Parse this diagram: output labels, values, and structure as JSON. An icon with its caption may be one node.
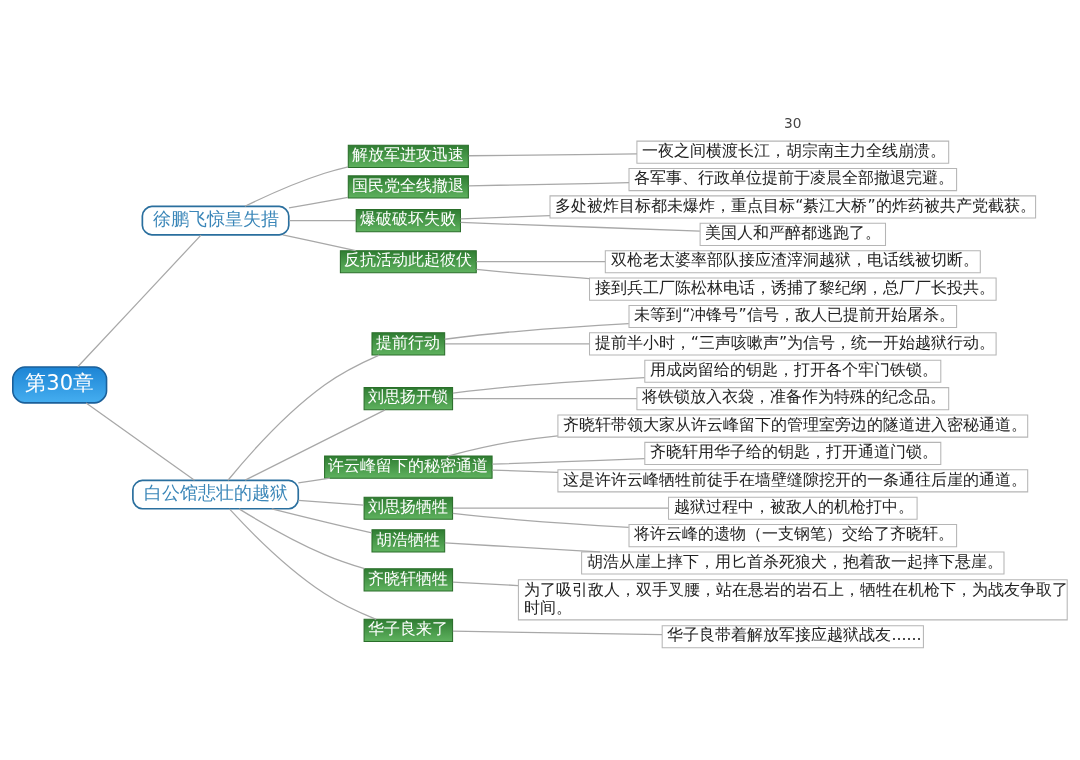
{
  "diagram": {
    "nodes": [
      {
        "text": [
          "第30章"
        ]
      },
      {
        "text": [
          "徐鹏飞惊皇失措"
        ]
      },
      {
        "text": [
          "解放军进攻迅速"
        ]
      },
      {
        "text": [
          "一夜之间横渡长江，胡宗南主力全线崩溃。"
        ]
      },
      {
        "text": [
          "国民党全线撤退"
        ]
      },
      {
        "text": [
          "各军事、行政单位提前于凌晨全部撤退完避。"
        ]
      },
      {
        "text": [
          "爆破破坏失败"
        ]
      },
      {
        "text": [
          "多处被炸目标都未爆炸，重点目标“綦江大桥”的炸药被共产党截获。"
        ]
      },
      {
        "text": [
          "美国人和严醉都逃跑了。"
        ]
      },
      {
        "text": [
          "反抗活动此起彼伏"
        ]
      },
      {
        "text": [
          "双枪老太婆率部队接应渣滓洞越狱，电话线被切断。"
        ]
      },
      {
        "text": [
          "接到兵工厂陈松林电话，诱捕了黎纪纲，总厂厂长投共。"
        ]
      },
      {
        "text": [
          "白公馆悲壮的越狱"
        ]
      },
      {
        "text": [
          "提前行动"
        ]
      },
      {
        "text": [
          "未等到“冲锋号”信号，敌人已提前开始屠杀。"
        ]
      },
      {
        "text": [
          "提前半小时，“三声咳嗽声”为信号，统一开始越狱行动。"
        ]
      },
      {
        "text": [
          "刘思扬开锁"
        ]
      },
      {
        "text": [
          "用成岗留给的钥匙，打开各个牢门铁锁。"
        ]
      },
      {
        "text": [
          "将铁锁放入衣袋，准备作为特殊的纪念品。"
        ]
      },
      {
        "text": [
          "许云峰留下的秘密通道"
        ]
      },
      {
        "text": [
          "齐晓轩带领大家从许云峰留下的管理室旁边的隧道进入密秘通道。"
        ]
      },
      {
        "text": [
          "齐晓轩用华子给的钥匙，打开通道门锁。"
        ]
      },
      {
        "text": [
          "这是许许云峰牺牲前徒手在墙壁缝隙挖开的一条通往后崖的通道。"
        ]
      },
      {
        "text": [
          "刘思扬牺牲"
        ]
      },
      {
        "text": [
          "越狱过程中，被敌人的机枪打中。"
        ]
      },
      {
        "text": [
          "将许云峰的遗物（一支钢笔）交给了齐晓轩。"
        ]
      },
      {
        "text": [
          "胡浩牺牲"
        ]
      },
      {
        "text": [
          "胡浩从崖上摔下，用匕首杀死狼犬，抱着敌一起摔下悬崖。"
        ]
      },
      {
        "text": [
          "齐晓轩牺牲"
        ]
      },
      {
        "text": [
          "为了吸引敌人，双手叉腰，站在悬岩的岩石上，牺牲在机枪下，为战友争取了时间。"
        ]
      },
      {
        "text": [
          "华子良来了"
        ]
      },
      {
        "text": [
          "华子良带着解放军接应越狱战友......"
        ]
      }
    ],
    "edges": [
      {
        "from": 0,
        "to": 1,
        "arrow": "none"
      },
      {
        "from": 1,
        "to": 2,
        "arrow": "none"
      },
      {
        "from": 2,
        "to": 3,
        "arrow": "none"
      },
      {
        "from": 1,
        "to": 4,
        "arrow": "none"
      },
      {
        "from": 4,
        "to": 5,
        "arrow": "none"
      },
      {
        "from": 1,
        "to": 6,
        "arrow": "none"
      },
      {
        "from": 6,
        "to": 7,
        "arrow": "none"
      },
      {
        "from": 6,
        "to": 8,
        "arrow": "none"
      },
      {
        "from": 1,
        "to": 9,
        "arrow": "none"
      },
      {
        "from": 9,
        "to": 10,
        "arrow": "none"
      },
      {
        "from": 9,
        "to": 11,
        "arrow": "none"
      },
      {
        "from": 0,
        "to": 12,
        "arrow": "none"
      },
      {
        "from": 12,
        "to": 13,
        "arrow": "none"
      },
      {
        "from": 13,
        "to": 14,
        "arrow": "none"
      },
      {
        "from": 13,
        "to": 15,
        "arrow": "none"
      },
      {
        "from": 12,
        "to": 16,
        "arrow": "none"
      },
      {
        "from": 16,
        "to": 17,
        "arrow": "none"
      },
      {
        "from": 16,
        "to": 18,
        "arrow": "none"
      },
      {
        "from": 12,
        "to": 19,
        "arrow": "none"
      },
      {
        "from": 19,
        "to": 20,
        "arrow": "none"
      },
      {
        "from": 19,
        "to": 21,
        "arrow": "none"
      },
      {
        "from": 19,
        "to": 22,
        "arrow": "none"
      },
      {
        "from": 12,
        "to": 23,
        "arrow": "none"
      },
      {
        "from": 23,
        "to": 24,
        "arrow": "none"
      },
      {
        "from": 23,
        "to": 25,
        "arrow": "none"
      },
      {
        "from": 12,
        "to": 26,
        "arrow": "none"
      },
      {
        "from": 26,
        "to": 27,
        "arrow": "none"
      },
      {
        "from": 12,
        "to": 28,
        "arrow": "none"
      },
      {
        "from": 28,
        "to": 29,
        "arrow": "none"
      },
      {
        "from": 12,
        "to": 30,
        "arrow": "none"
      },
      {
        "from": 30,
        "to": 31,
        "arrow": "none"
      }
    ],
    "labels": [
      "30"
    ]
  }
}
